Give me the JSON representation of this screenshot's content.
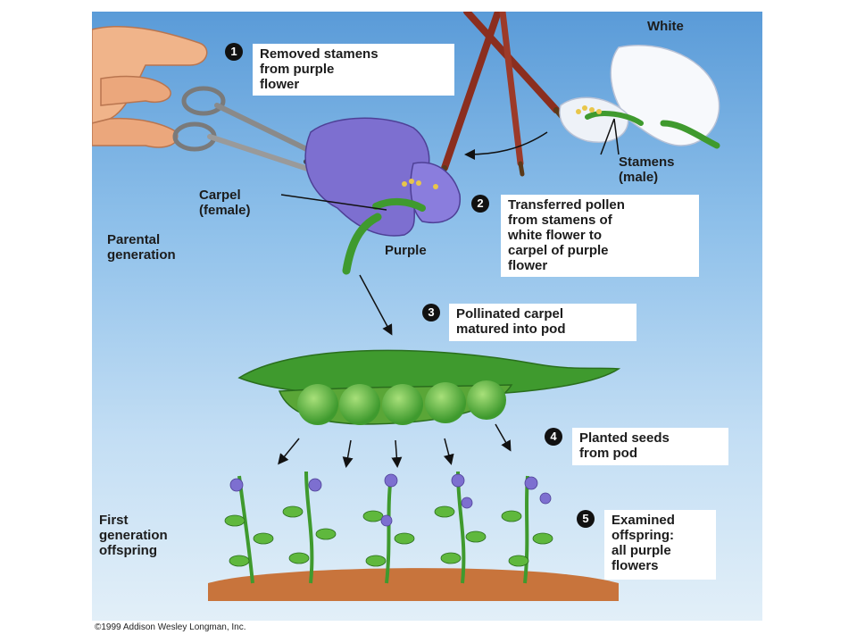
{
  "labels": {
    "white": "White",
    "stamens": "Stamens\n(male)",
    "carpel": "Carpel\n(female)",
    "purple": "Purple",
    "parental_generation": "Parental\ngeneration",
    "first_generation": "First\ngeneration\noffspring"
  },
  "steps": [
    {
      "number": "1",
      "text": "Removed stamens\nfrom purple\nflower"
    },
    {
      "number": "2",
      "text": "Transferred pollen\nfrom stamens of\nwhite flower to\ncarpel of purple\nflower"
    },
    {
      "number": "3",
      "text": "Pollinated carpel\nmatured into pod"
    },
    {
      "number": "4",
      "text": "Planted seeds\nfrom pod"
    },
    {
      "number": "5",
      "text": "Examined\noffspring:\nall purple\nflowers"
    }
  ],
  "copyright": "©1999 Addison Wesley Longman, Inc.",
  "colors": {
    "background_top": "#5a9bd8",
    "background_bottom": "#e2eff8",
    "purple_flower": "#7d6fd0",
    "white_flower": "#f7f9fc",
    "pod_green": "#3f9a2e",
    "pea_green": "#6cc33e",
    "soil": "#c8743c",
    "step_box": "#ffffff"
  }
}
